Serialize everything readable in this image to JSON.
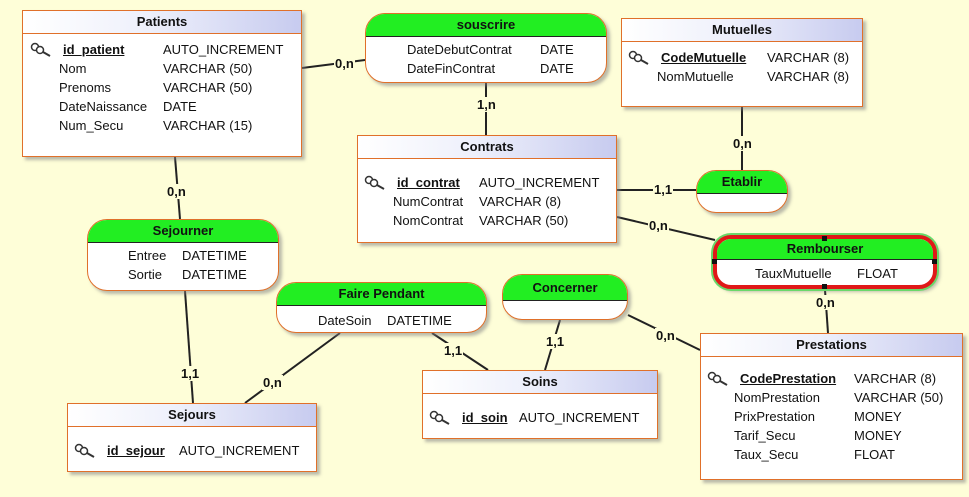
{
  "entities": {
    "patients": {
      "title": "Patients",
      "fields": [
        {
          "name": "id_patient",
          "type": "AUTO_INCREMENT"
        },
        {
          "name": "Nom",
          "type": "VARCHAR (50)"
        },
        {
          "name": "Prenoms",
          "type": "VARCHAR (50)"
        },
        {
          "name": "DateNaissance",
          "type": "DATE"
        },
        {
          "name": "Num_Secu",
          "type": "VARCHAR (15)"
        }
      ]
    },
    "mutuelles": {
      "title": "Mutuelles",
      "fields": [
        {
          "name": "CodeMutuelle",
          "type": "VARCHAR (8)"
        },
        {
          "name": "NomMutuelle",
          "type": "VARCHAR (8)"
        }
      ]
    },
    "contrats": {
      "title": "Contrats",
      "fields": [
        {
          "name": "id_contrat",
          "type": "AUTO_INCREMENT"
        },
        {
          "name": "NumContrat",
          "type": "VARCHAR (8)"
        },
        {
          "name": "NomContrat",
          "type": "VARCHAR (50)"
        }
      ]
    },
    "sejours": {
      "title": "Sejours",
      "fields": [
        {
          "name": "id_sejour",
          "type": "AUTO_INCREMENT"
        }
      ]
    },
    "soins": {
      "title": "Soins",
      "fields": [
        {
          "name": "id_soin",
          "type": "AUTO_INCREMENT"
        }
      ]
    },
    "prestations": {
      "title": "Prestations",
      "fields": [
        {
          "name": "CodePrestation",
          "type": "VARCHAR (8)"
        },
        {
          "name": "NomPrestation",
          "type": "VARCHAR (50)"
        },
        {
          "name": "PrixPrestation",
          "type": "MONEY"
        },
        {
          "name": "Tarif_Secu",
          "type": "MONEY"
        },
        {
          "name": "Taux_Secu",
          "type": "FLOAT"
        }
      ]
    }
  },
  "relations": {
    "souscrire": {
      "title": "souscrire",
      "fields": [
        {
          "name": "DateDebutContrat",
          "type": "DATE"
        },
        {
          "name": "DateFinContrat",
          "type": "DATE"
        }
      ]
    },
    "etablir": {
      "title": "Etablir",
      "fields": []
    },
    "rembourser": {
      "title": "Rembourser",
      "fields": [
        {
          "name": "TauxMutuelle",
          "type": "FLOAT"
        }
      ]
    },
    "sejourner": {
      "title": "Sejourner",
      "fields": [
        {
          "name": "Entree",
          "type": "DATETIME"
        },
        {
          "name": "Sortie",
          "type": "DATETIME"
        }
      ]
    },
    "faire_pendant": {
      "title": "Faire Pendant",
      "fields": [
        {
          "name": "DateSoin",
          "type": "DATETIME"
        }
      ]
    },
    "concerner": {
      "title": "Concerner",
      "fields": []
    }
  },
  "cardinalities": {
    "patients_souscrire": "0,n",
    "contrats_souscrire": "1,n",
    "mutuelles_etablir": "0,n",
    "contrats_etablir": "1,1",
    "contrats_rembourser": "0,n",
    "prestations_rembourser": "0,n",
    "patients_sejourner": "0,n",
    "sejours_sejourner": "1,1",
    "sejours_faire_pendant": "0,n",
    "soins_faire_pendant": "1,1",
    "soins_concerner": "1,1",
    "prestations_concerner": "0,n"
  },
  "colors": {
    "background": "#fefed8",
    "entity_border": "#e0702a",
    "entity_header_gradient_end": "#c7cbef",
    "relation_header": "#22ee22",
    "selection_border": "#e01818"
  }
}
